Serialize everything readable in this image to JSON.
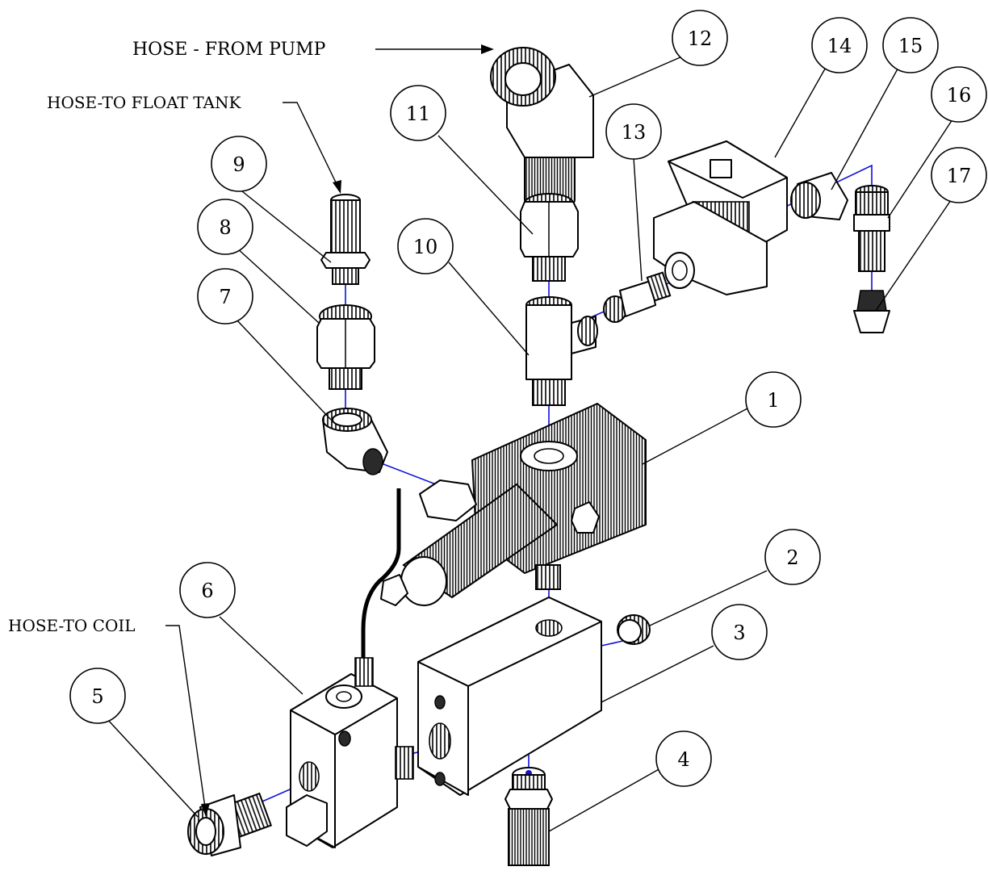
{
  "callouts": {
    "from_pump": "HOSE - FROM PUMP",
    "to_float_tank": "HOSE-TO FLOAT TANK",
    "to_coil": "HOSE-TO COIL"
  },
  "balloons": [
    "1",
    "2",
    "3",
    "4",
    "5",
    "6",
    "7",
    "8",
    "9",
    "10",
    "11",
    "12",
    "13",
    "14",
    "15",
    "16",
    "17"
  ],
  "colors": {
    "line": "#000000",
    "axis": "#1010d8"
  }
}
